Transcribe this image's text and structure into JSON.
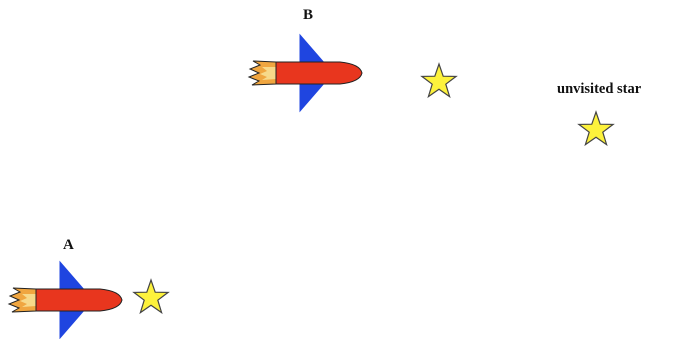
{
  "labels": {
    "rocket_b": "B",
    "rocket_a": "A",
    "unvisited_star": "unvisited star"
  },
  "colors": {
    "rocket_body": "#e8361e",
    "rocket_fin": "#1f45e0",
    "flame_outer": "#f0a640",
    "flame_inner": "#f7d98a",
    "star_fill": "#fdf23c",
    "outline": "#222222"
  },
  "icons": {
    "rocket": "rocket-icon",
    "star": "star-icon"
  }
}
